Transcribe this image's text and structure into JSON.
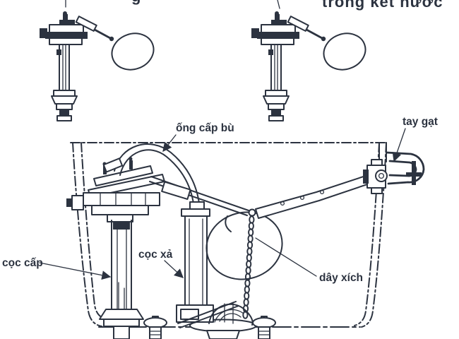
{
  "figure": {
    "background_color": "#ffffff",
    "ink_color": "#2c3340",
    "top_captions": {
      "right_fragment": "trong két nước",
      "left_fragment": "g"
    },
    "labels": {
      "refill_tube": "ống cấp bù",
      "handle": "tay gạt",
      "fill_valve": "cọc cấp",
      "flush_valve": "cọc xả",
      "chain": "dây xích"
    }
  }
}
